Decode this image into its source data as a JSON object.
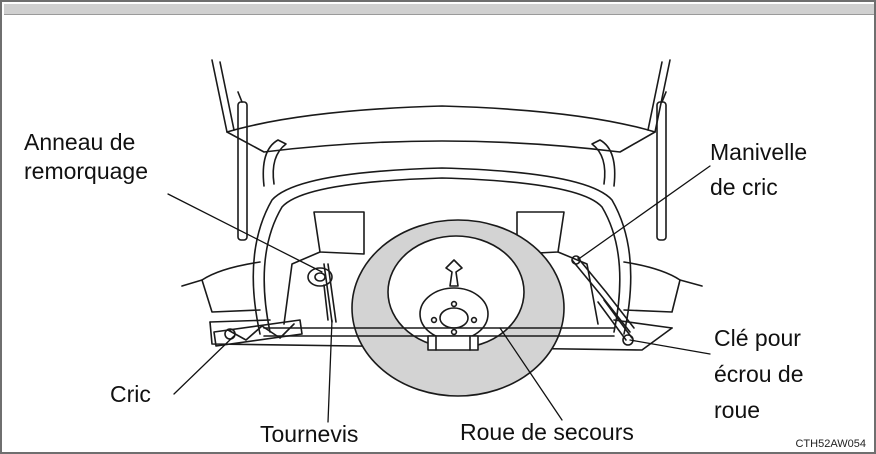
{
  "labels": {
    "towing_eye_l1": "Anneau de",
    "towing_eye_l2": "remorquage",
    "jack_handle_l1": "Manivelle",
    "jack_handle_l2": "de cric",
    "wrench_l1": "Clé pour",
    "wrench_l2": "écrou de",
    "wrench_l3": "roue",
    "jack": "Cric",
    "screwdriver": "Tournevis",
    "spare_tire": "Roue de secours"
  },
  "figure_code": "CTH52AW054",
  "colors": {
    "tire": "#d3d3d3",
    "line": "#1a1a1a",
    "header": "#d0d0d0",
    "border": "#6f6f6f"
  }
}
